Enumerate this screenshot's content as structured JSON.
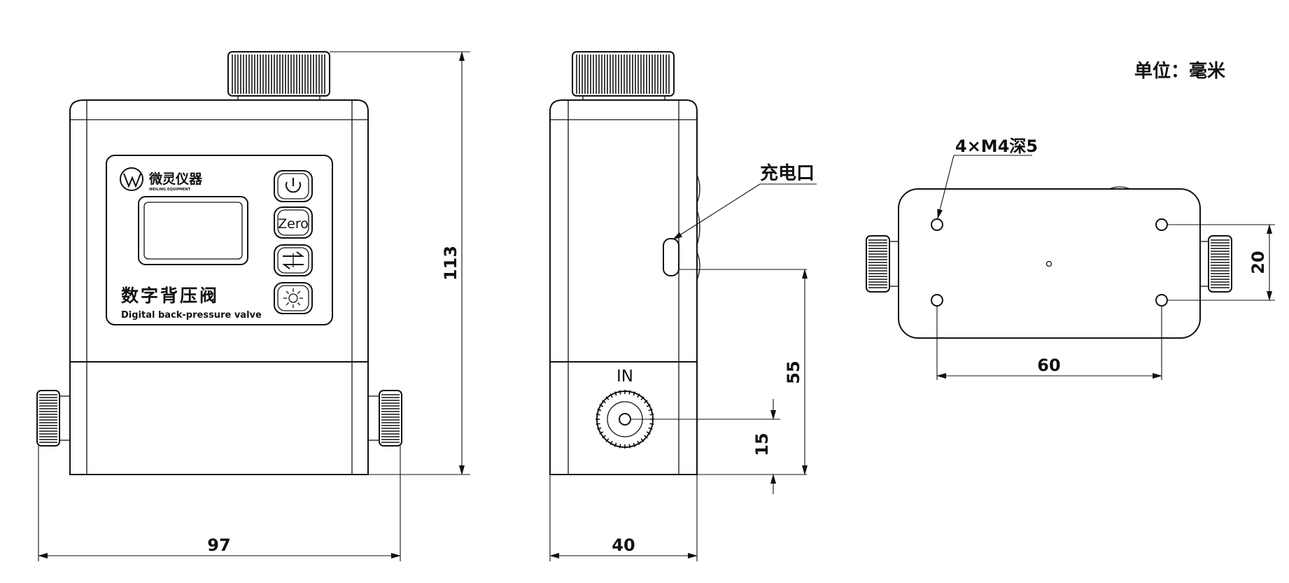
{
  "unit_label": "单位：毫米",
  "front_view": {
    "logo_text": "微灵仪器",
    "logo_sub": "WEILING EQUIPMENT",
    "title_cn": "数字背压阀",
    "title_en": "Digital back-pressure valve",
    "buttons": [
      {
        "label": "",
        "icon": "power-icon"
      },
      {
        "label": "Zero",
        "icon": "zero-icon"
      },
      {
        "label": "",
        "icon": "switch-arrows-icon"
      },
      {
        "label": "",
        "icon": "brightness-icon"
      }
    ],
    "dim_height": "113",
    "dim_width": "97"
  },
  "side_view": {
    "port_label": "IN",
    "charge_label": "充电口",
    "dim_charge_height": "55",
    "dim_port_height": "15",
    "dim_width": "40"
  },
  "bottom_view": {
    "hole_label": "4×M4深5",
    "dim_hole_spacing_x": "60",
    "dim_hole_spacing_y": "20"
  }
}
